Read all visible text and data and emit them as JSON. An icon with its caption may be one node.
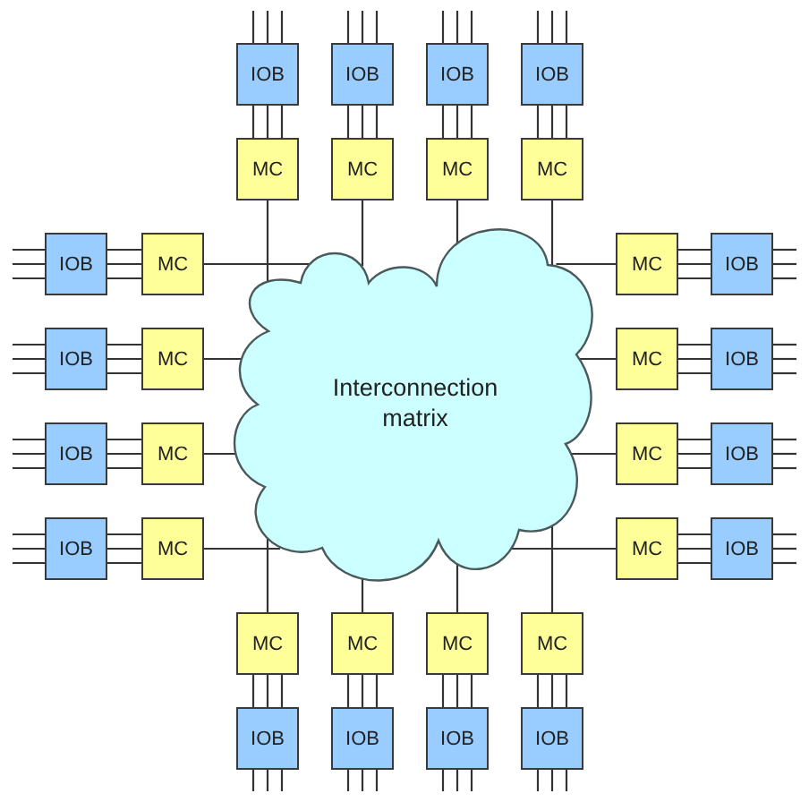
{
  "diagram": {
    "nodes": [
      {
        "text": [
          "IOB"
        ]
      },
      {
        "text": [
          "IOB"
        ]
      },
      {
        "text": [
          "IOB"
        ]
      },
      {
        "text": [
          "IOB"
        ]
      },
      {
        "text": [
          "MC"
        ]
      },
      {
        "text": [
          "MC"
        ]
      },
      {
        "text": [
          "MC"
        ]
      },
      {
        "text": [
          "MC"
        ]
      },
      {
        "text": [
          "Interconnection matrix"
        ]
      },
      {
        "text": [
          "IOB"
        ]
      },
      {
        "text": [
          "MC"
        ]
      },
      {
        "text": [
          "MC"
        ]
      },
      {
        "text": [
          "IOB"
        ]
      },
      {
        "text": [
          "IOB"
        ]
      },
      {
        "text": [
          "MC"
        ]
      },
      {
        "text": [
          "MC"
        ]
      },
      {
        "text": [
          "IOB"
        ]
      },
      {
        "text": [
          "IOB"
        ]
      },
      {
        "text": [
          "MC"
        ]
      },
      {
        "text": [
          "MC"
        ]
      },
      {
        "text": [
          "IOB"
        ]
      },
      {
        "text": [
          "IOB"
        ]
      },
      {
        "text": [
          "MC"
        ]
      },
      {
        "text": [
          "MC"
        ]
      },
      {
        "text": [
          "IOB"
        ]
      },
      {
        "text": [
          "MC"
        ]
      },
      {
        "text": [
          "MC"
        ]
      },
      {
        "text": [
          "MC"
        ]
      },
      {
        "text": [
          "MC"
        ]
      },
      {
        "text": [
          "IOB"
        ]
      },
      {
        "text": [
          "IOB"
        ]
      },
      {
        "text": [
          "IOB"
        ]
      },
      {
        "text": [
          "IOB"
        ]
      }
    ],
    "edges": [
      {
        "from": null,
        "to": 0,
        "arrow": "none"
      },
      {
        "from": null,
        "to": 0,
        "arrow": "none"
      },
      {
        "from": null,
        "to": 0,
        "arrow": "none"
      },
      {
        "from": 0,
        "to": 4,
        "arrow": "none"
      },
      {
        "from": 0,
        "to": 4,
        "arrow": "none"
      },
      {
        "from": 0,
        "to": 4,
        "arrow": "none"
      },
      {
        "from": 4,
        "to": 8,
        "arrow": "none"
      },
      {
        "from": null,
        "to": 1,
        "arrow": "none"
      },
      {
        "from": null,
        "to": 1,
        "arrow": "none"
      },
      {
        "from": null,
        "to": 1,
        "arrow": "none"
      },
      {
        "from": 1,
        "to": 5,
        "arrow": "none"
      },
      {
        "from": 1,
        "to": 5,
        "arrow": "none"
      },
      {
        "from": 1,
        "to": 5,
        "arrow": "none"
      },
      {
        "from": 5,
        "to": 8,
        "arrow": "none"
      },
      {
        "from": null,
        "to": 2,
        "arrow": "none"
      },
      {
        "from": null,
        "to": 2,
        "arrow": "none"
      },
      {
        "from": null,
        "to": 2,
        "arrow": "none"
      },
      {
        "from": 2,
        "to": 6,
        "arrow": "none"
      },
      {
        "from": 2,
        "to": 6,
        "arrow": "none"
      },
      {
        "from": 2,
        "to": 6,
        "arrow": "none"
      },
      {
        "from": 6,
        "to": 8,
        "arrow": "none"
      },
      {
        "from": null,
        "to": 3,
        "arrow": "none"
      },
      {
        "from": null,
        "to": 3,
        "arrow": "none"
      },
      {
        "from": null,
        "to": 3,
        "arrow": "none"
      },
      {
        "from": 3,
        "to": 7,
        "arrow": "none"
      },
      {
        "from": 3,
        "to": 7,
        "arrow": "none"
      },
      {
        "from": 3,
        "to": 7,
        "arrow": "none"
      },
      {
        "from": 7,
        "to": 8,
        "arrow": "none"
      },
      {
        "from": null,
        "to": 9,
        "arrow": "none"
      },
      {
        "from": null,
        "to": 9,
        "arrow": "none"
      },
      {
        "from": null,
        "to": 9,
        "arrow": "none"
      },
      {
        "from": 9,
        "to": 10,
        "arrow": "none"
      },
      {
        "from": 9,
        "to": 10,
        "arrow": "none"
      },
      {
        "from": 9,
        "to": 10,
        "arrow": "none"
      },
      {
        "from": 10,
        "to": 8,
        "arrow": "none"
      },
      {
        "from": null,
        "to": 12,
        "arrow": "none"
      },
      {
        "from": null,
        "to": 12,
        "arrow": "none"
      },
      {
        "from": null,
        "to": 12,
        "arrow": "none"
      },
      {
        "from": 12,
        "to": 11,
        "arrow": "none"
      },
      {
        "from": 12,
        "to": 11,
        "arrow": "none"
      },
      {
        "from": 12,
        "to": 11,
        "arrow": "none"
      },
      {
        "from": 11,
        "to": 8,
        "arrow": "none"
      },
      {
        "from": null,
        "to": 13,
        "arrow": "none"
      },
      {
        "from": null,
        "to": 13,
        "arrow": "none"
      },
      {
        "from": null,
        "to": 13,
        "arrow": "none"
      },
      {
        "from": 13,
        "to": 14,
        "arrow": "none"
      },
      {
        "from": 13,
        "to": 14,
        "arrow": "none"
      },
      {
        "from": 13,
        "to": 14,
        "arrow": "none"
      },
      {
        "from": 14,
        "to": 8,
        "arrow": "none"
      },
      {
        "from": null,
        "to": 16,
        "arrow": "none"
      },
      {
        "from": null,
        "to": 16,
        "arrow": "none"
      },
      {
        "from": null,
        "to": 16,
        "arrow": "none"
      },
      {
        "from": 16,
        "to": 15,
        "arrow": "none"
      },
      {
        "from": 16,
        "to": 15,
        "arrow": "none"
      },
      {
        "from": 16,
        "to": 15,
        "arrow": "none"
      },
      {
        "from": 15,
        "to": 8,
        "arrow": "none"
      },
      {
        "from": null,
        "to": 17,
        "arrow": "none"
      },
      {
        "from": null,
        "to": 17,
        "arrow": "none"
      },
      {
        "from": null,
        "to": 17,
        "arrow": "none"
      },
      {
        "from": 17,
        "to": 18,
        "arrow": "none"
      },
      {
        "from": 17,
        "to": 18,
        "arrow": "none"
      },
      {
        "from": 17,
        "to": 18,
        "arrow": "none"
      },
      {
        "from": 18,
        "to": 8,
        "arrow": "none"
      },
      {
        "from": null,
        "to": 20,
        "arrow": "none"
      },
      {
        "from": null,
        "to": 20,
        "arrow": "none"
      },
      {
        "from": null,
        "to": 20,
        "arrow": "none"
      },
      {
        "from": 20,
        "to": 19,
        "arrow": "none"
      },
      {
        "from": 20,
        "to": 19,
        "arrow": "none"
      },
      {
        "from": 20,
        "to": 19,
        "arrow": "none"
      },
      {
        "from": 19,
        "to": 8,
        "arrow": "none"
      },
      {
        "from": null,
        "to": 21,
        "arrow": "none"
      },
      {
        "from": null,
        "to": 21,
        "arrow": "none"
      },
      {
        "from": null,
        "to": 21,
        "arrow": "none"
      },
      {
        "from": 21,
        "to": 22,
        "arrow": "none"
      },
      {
        "from": 21,
        "to": 22,
        "arrow": "none"
      },
      {
        "from": 21,
        "to": 22,
        "arrow": "none"
      },
      {
        "from": 22,
        "to": 8,
        "arrow": "none"
      },
      {
        "from": null,
        "to": 24,
        "arrow": "none"
      },
      {
        "from": null,
        "to": 24,
        "arrow": "none"
      },
      {
        "from": null,
        "to": 24,
        "arrow": "none"
      },
      {
        "from": 24,
        "to": 23,
        "arrow": "none"
      },
      {
        "from": 24,
        "to": 23,
        "arrow": "none"
      },
      {
        "from": 24,
        "to": 23,
        "arrow": "none"
      },
      {
        "from": 23,
        "to": 8,
        "arrow": "none"
      },
      {
        "from": null,
        "to": 29,
        "arrow": "none"
      },
      {
        "from": null,
        "to": 29,
        "arrow": "none"
      },
      {
        "from": null,
        "to": 29,
        "arrow": "none"
      },
      {
        "from": 29,
        "to": 25,
        "arrow": "none"
      },
      {
        "from": 29,
        "to": 25,
        "arrow": "none"
      },
      {
        "from": 29,
        "to": 25,
        "arrow": "none"
      },
      {
        "from": 25,
        "to": 8,
        "arrow": "none"
      },
      {
        "from": null,
        "to": 30,
        "arrow": "none"
      },
      {
        "from": null,
        "to": 30,
        "arrow": "none"
      },
      {
        "from": null,
        "to": 30,
        "arrow": "none"
      },
      {
        "from": 30,
        "to": 26,
        "arrow": "none"
      },
      {
        "from": 30,
        "to": 26,
        "arrow": "none"
      },
      {
        "from": 30,
        "to": 26,
        "arrow": "none"
      },
      {
        "from": 26,
        "to": 8,
        "arrow": "none"
      },
      {
        "from": null,
        "to": 31,
        "arrow": "none"
      },
      {
        "from": null,
        "to": 31,
        "arrow": "none"
      },
      {
        "from": null,
        "to": 31,
        "arrow": "none"
      },
      {
        "from": 31,
        "to": 27,
        "arrow": "none"
      },
      {
        "from": 31,
        "to": 27,
        "arrow": "none"
      },
      {
        "from": 31,
        "to": 27,
        "arrow": "none"
      },
      {
        "from": 27,
        "to": 8,
        "arrow": "none"
      },
      {
        "from": null,
        "to": 32,
        "arrow": "none"
      },
      {
        "from": null,
        "to": 32,
        "arrow": "none"
      },
      {
        "from": null,
        "to": 32,
        "arrow": "none"
      },
      {
        "from": 32,
        "to": 28,
        "arrow": "none"
      },
      {
        "from": 32,
        "to": 28,
        "arrow": "none"
      },
      {
        "from": 32,
        "to": 28,
        "arrow": "none"
      },
      {
        "from": 28,
        "to": 8,
        "arrow": "none"
      }
    ]
  }
}
